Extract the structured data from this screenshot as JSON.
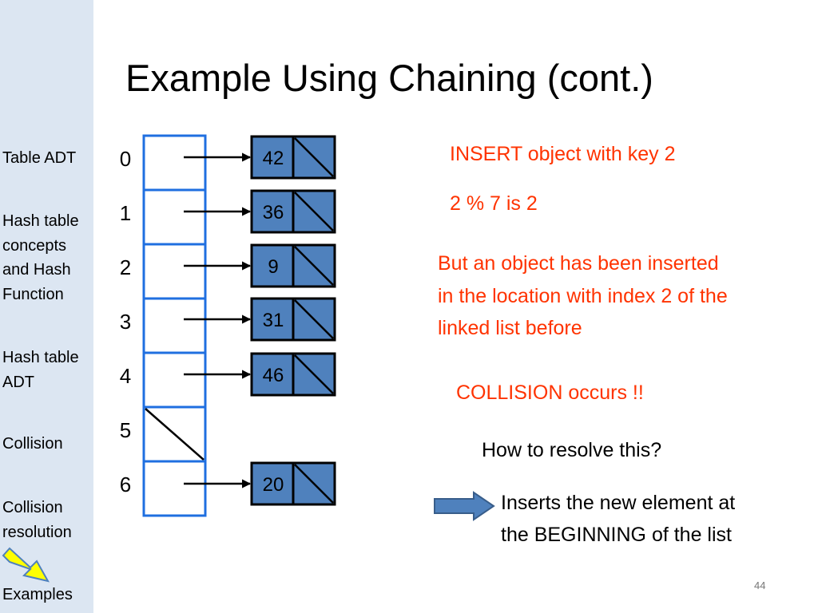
{
  "title": "Example Using Chaining (cont.)",
  "sidebar": {
    "items": [
      {
        "label": "Table ADT",
        "lines": [
          "Table ADT"
        ]
      },
      {
        "label": "Hash table concepts and Hash Function",
        "lines": [
          "Hash table",
          "concepts",
          "and Hash",
          "Function"
        ]
      },
      {
        "label": "Hash table ADT",
        "lines": [
          "Hash table",
          "ADT"
        ]
      },
      {
        "label": "Collision",
        "lines": [
          "Collision"
        ]
      },
      {
        "label": "Collision resolution",
        "lines": [
          "Collision",
          "resolution"
        ]
      },
      {
        "label": "Examples",
        "lines": [
          "Examples"
        ],
        "current": true
      }
    ],
    "current_marker_icon": "yellow-arrow-icon"
  },
  "hash_table": {
    "indices": [
      "0",
      "1",
      "2",
      "3",
      "4",
      "5",
      "6"
    ],
    "slots": [
      {
        "index": "0",
        "node": "42"
      },
      {
        "index": "1",
        "node": "36"
      },
      {
        "index": "2",
        "node": "9"
      },
      {
        "index": "3",
        "node": "31"
      },
      {
        "index": "4",
        "node": "46"
      },
      {
        "index": "5",
        "node": null
      },
      {
        "index": "6",
        "node": "20"
      }
    ]
  },
  "notes": {
    "insert": "INSERT object with key 2",
    "hash": "2 % 7 is 2",
    "already_lines": [
      "But an object has been inserted",
      "in the location with index 2 of the",
      "linked list before"
    ],
    "collision": "COLLISION occurs !!",
    "question": "How to resolve this?",
    "answer_lines": [
      "Inserts the new element at",
      "the BEGINNING of the list"
    ]
  },
  "page_number": "44",
  "colors": {
    "sidebar_bg": "#dce6f2",
    "table_border": "#1f6fe0",
    "node_fill": "#4f81bd",
    "note_red": "#ff3300",
    "arrow_fill": "#4f81bd",
    "marker_yellow": "#ffff00"
  }
}
